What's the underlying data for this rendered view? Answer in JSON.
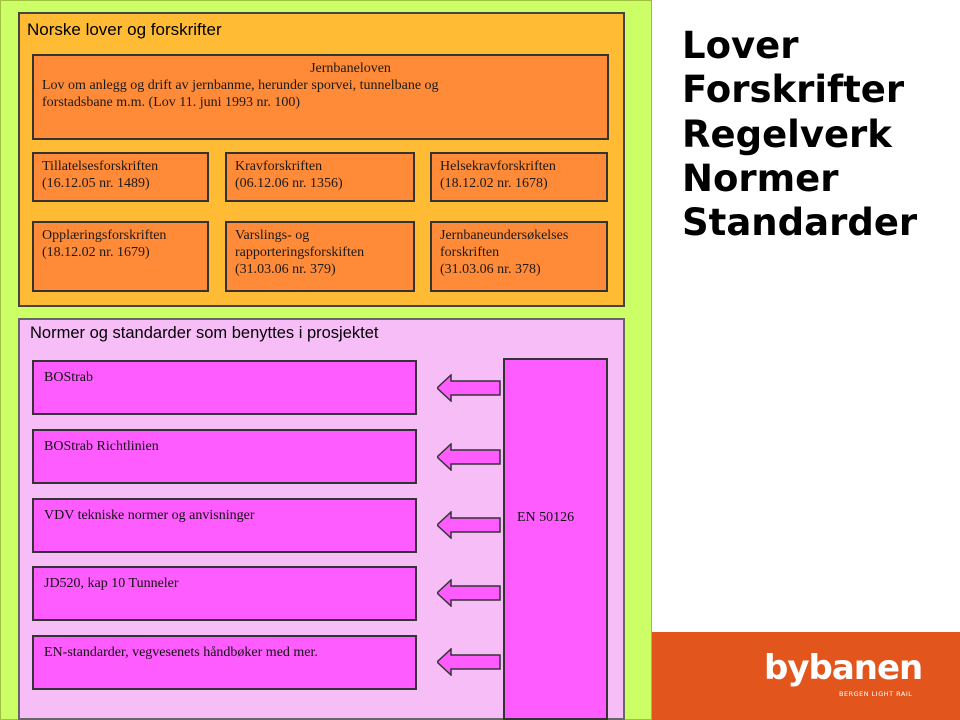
{
  "laws_section": {
    "title": "Norske lover og forskrifter",
    "jernbaneloven": {
      "heading": "Jernbaneloven",
      "line1": "Lov om anlegg og drift av jernbanme, herunder sporvei, tunnelbane og",
      "line2": "forstadsbane m.m. (Lov 11. juni 1993 nr. 100)"
    },
    "regulations": [
      {
        "lines": [
          "Tillatelsesforskriften",
          "(16.12.05 nr. 1489)"
        ]
      },
      {
        "lines": [
          "Kravforskriften",
          "(06.12.06 nr. 1356)"
        ]
      },
      {
        "lines": [
          "Helsekravforskriften",
          "(18.12.02 nr. 1678)"
        ]
      },
      {
        "lines": [
          "Opplæringsforskriften",
          "(18.12.02 nr. 1679)"
        ]
      },
      {
        "lines": [
          "Varslings- og",
          "rapporteringsforskiften",
          "(31.03.06 nr. 379)"
        ]
      },
      {
        "lines": [
          "Jernbaneundersøkelses",
          "forskriften",
          "(31.03.06 nr. 378)"
        ]
      }
    ]
  },
  "norms_section": {
    "title": "Normer og standarder som benyttes i prosjektet",
    "items": [
      "BOStrab",
      "BOStrab Richtlinien",
      "VDV tekniske normer og anvisninger",
      "JD520, kap 10 Tunneler",
      "EN-standarder, vegvesenets håndbøker med mer."
    ],
    "side_box": "EN 50126",
    "colors": {
      "box": "#ff5cff",
      "background": "#f7bdf7"
    }
  },
  "heading": [
    "Lover",
    "Forskrifter",
    "Regelverk",
    "Normer",
    "Standarder"
  ],
  "logo": {
    "name": "bybanen",
    "tagline": "BERGEN LIGHT RAIL",
    "color": "#e2561e"
  },
  "colors": {
    "frame": "#ccff66",
    "laws_bg": "#ffbb33",
    "reg_box": "#ff8a38"
  }
}
